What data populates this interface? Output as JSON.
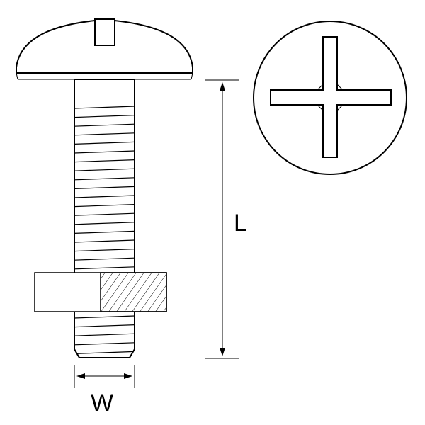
{
  "diagram": {
    "labels": {
      "length": "L",
      "width": "W"
    },
    "colors": {
      "stroke": "#000000",
      "fill": "#ffffff"
    },
    "drive_type": "phillips-cross",
    "head_type": "slotted-mushroom"
  }
}
